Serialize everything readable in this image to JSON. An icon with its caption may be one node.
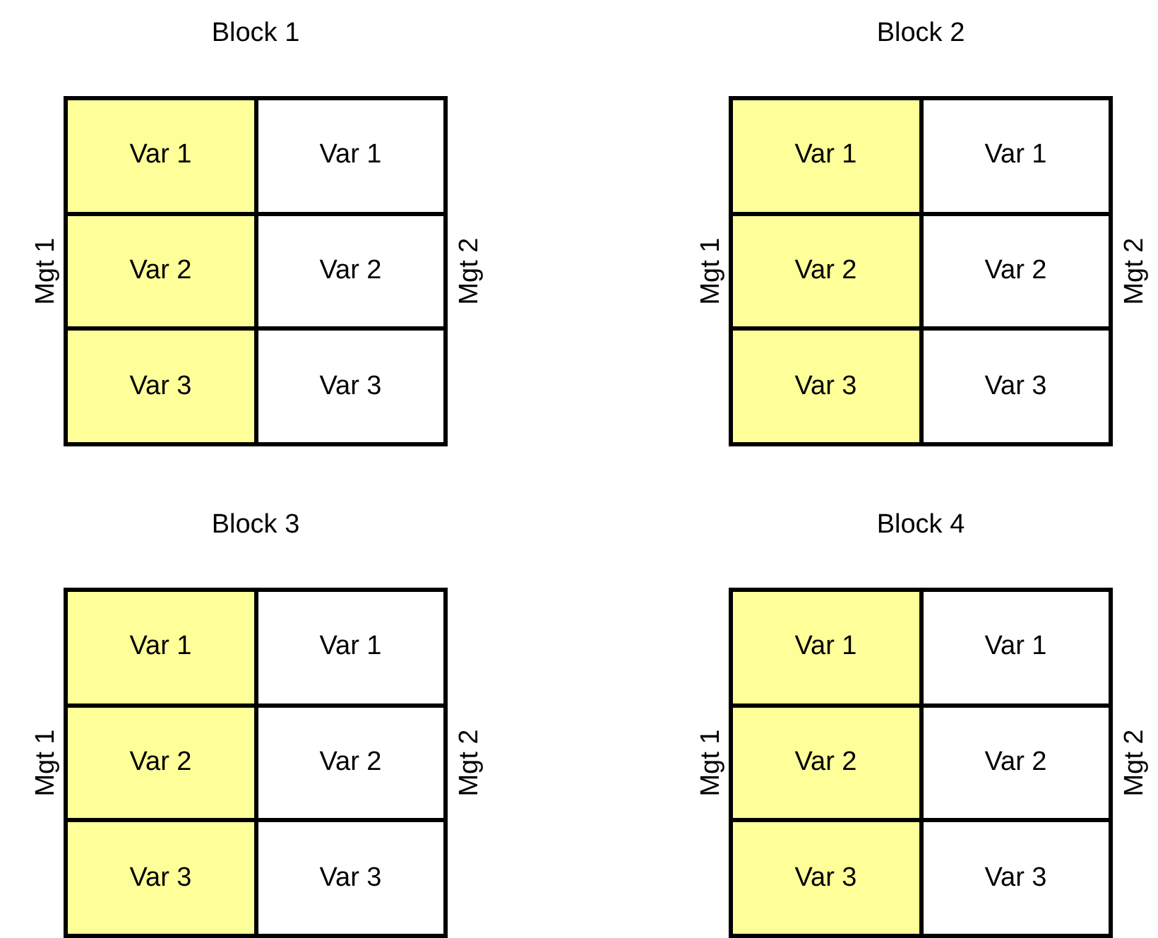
{
  "diagram": {
    "nodes": [
      {
        "text": [
          "Block 1"
        ],
        "beside": [
          "Mgt 1",
          "Mgt 2"
        ]
      },
      {
        "text": [
          "Var 1"
        ],
        "in": 0
      },
      {
        "text": [
          "Var 1"
        ],
        "in": 0
      },
      {
        "text": [
          "Var 2"
        ],
        "in": 0
      },
      {
        "text": [
          "Var 2"
        ],
        "in": 0
      },
      {
        "text": [
          "Var 3"
        ],
        "in": 0
      },
      {
        "text": [
          "Var 3"
        ],
        "in": 0
      },
      {
        "text": [
          "Block 2"
        ],
        "beside": [
          "Mgt 1",
          "Mgt 2"
        ]
      },
      {
        "text": [
          "Var 1"
        ],
        "in": 7
      },
      {
        "text": [
          "Var 1"
        ],
        "in": 7
      },
      {
        "text": [
          "Var 2"
        ],
        "in": 7
      },
      {
        "text": [
          "Var 2"
        ],
        "in": 7
      },
      {
        "text": [
          "Var 3"
        ],
        "in": 7
      },
      {
        "text": [
          "Var 3"
        ],
        "in": 7
      },
      {
        "text": [
          "Block 3"
        ],
        "beside": [
          "Mgt 1",
          "Mgt 2"
        ]
      },
      {
        "text": [
          "Var 1"
        ],
        "in": 14
      },
      {
        "text": [
          "Var 1"
        ],
        "in": 14
      },
      {
        "text": [
          "Var 2"
        ],
        "in": 14
      },
      {
        "text": [
          "Var 2"
        ],
        "in": 14
      },
      {
        "text": [
          "Var 3"
        ],
        "in": 14
      },
      {
        "text": [
          "Var 3"
        ],
        "in": 14
      },
      {
        "text": [
          "Block 4"
        ],
        "beside": [
          "Mgt 1",
          "Mgt 2"
        ]
      },
      {
        "text": [
          "Var 1"
        ],
        "in": 21
      },
      {
        "text": [
          "Var 1"
        ],
        "in": 21
      },
      {
        "text": [
          "Var 2"
        ],
        "in": 21
      },
      {
        "text": [
          "Var 2"
        ],
        "in": 21
      },
      {
        "text": [
          "Var 3"
        ],
        "in": 21
      },
      {
        "text": [
          "Var 3"
        ],
        "in": 21
      }
    ]
  }
}
